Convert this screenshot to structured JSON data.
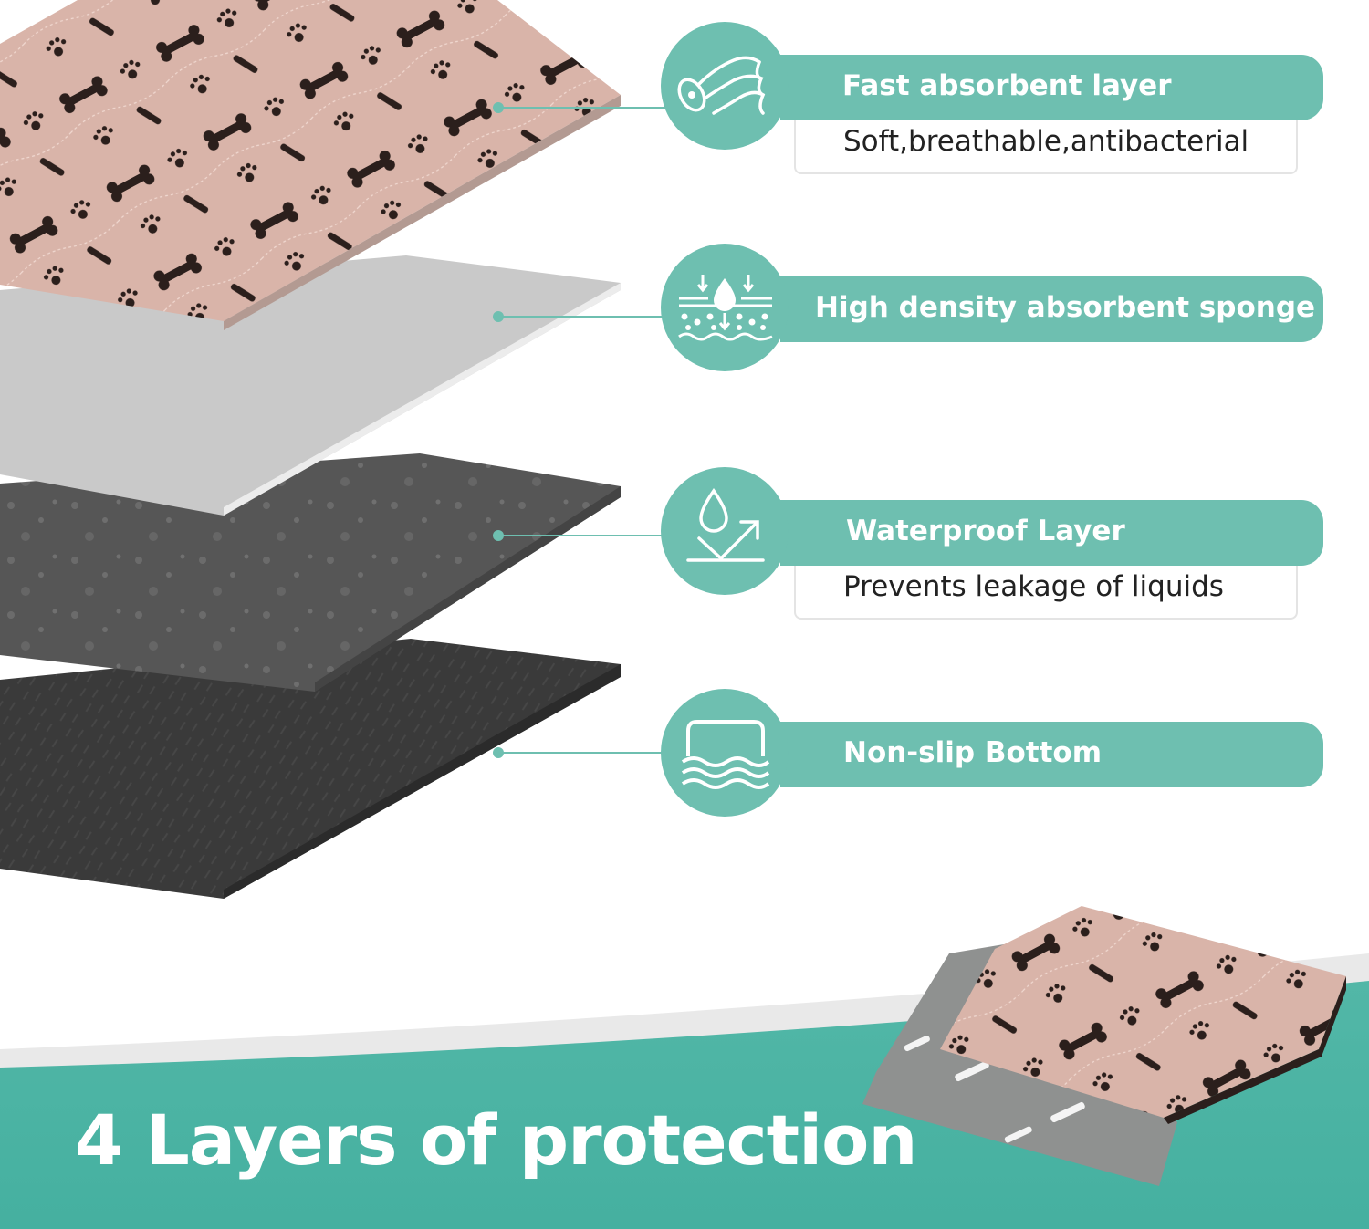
{
  "colors": {
    "teal": "#6ebfb0",
    "footer_teal": "#4ab3a3",
    "pad_pink": "#d9b4a9",
    "pattern_dark": "#2b1f1c",
    "sponge_gray": "#c8c8c8",
    "waterproof_gray": "#555555",
    "bottom_dark": "#3a3a3a"
  },
  "features": [
    {
      "title": "Fast absorbent layer",
      "subtitle": "Soft,breathable,antibacterial",
      "icon": "fabric-roll-icon"
    },
    {
      "title": "High density absorbent sponge",
      "icon": "water-absorb-icon"
    },
    {
      "title": "Waterproof Layer",
      "subtitle": "Prevents leakage of liquids",
      "icon": "water-repel-icon"
    },
    {
      "title": "Non-slip Bottom",
      "icon": "non-slip-icon"
    }
  ],
  "footer": {
    "headline": "4 Layers of protection"
  }
}
